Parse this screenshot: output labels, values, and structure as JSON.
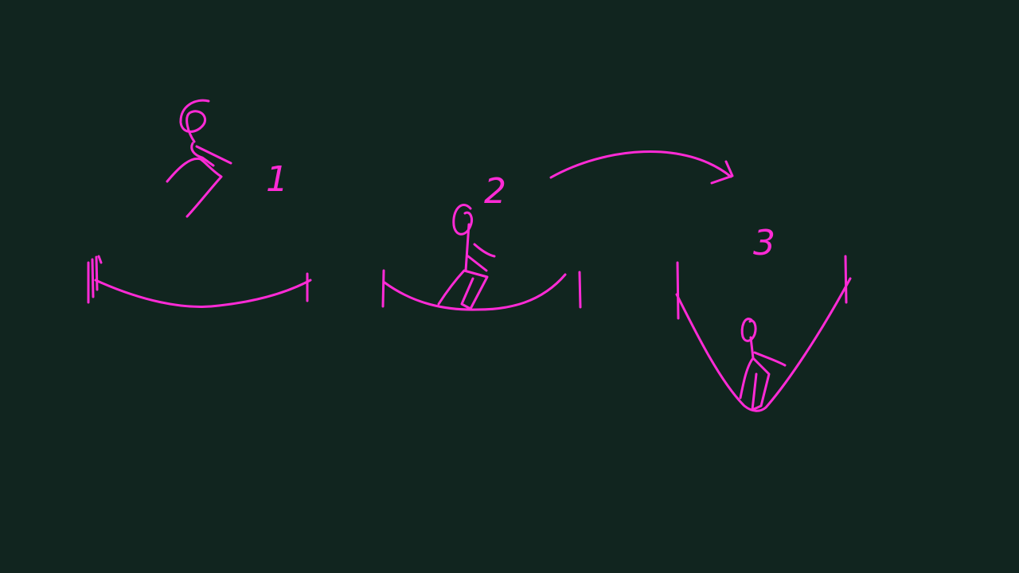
{
  "colors": {
    "background": "#11251f",
    "ink": "#ff2bd6"
  },
  "scenes": [
    {
      "label": "1"
    },
    {
      "label": "2"
    },
    {
      "label": "3"
    }
  ]
}
